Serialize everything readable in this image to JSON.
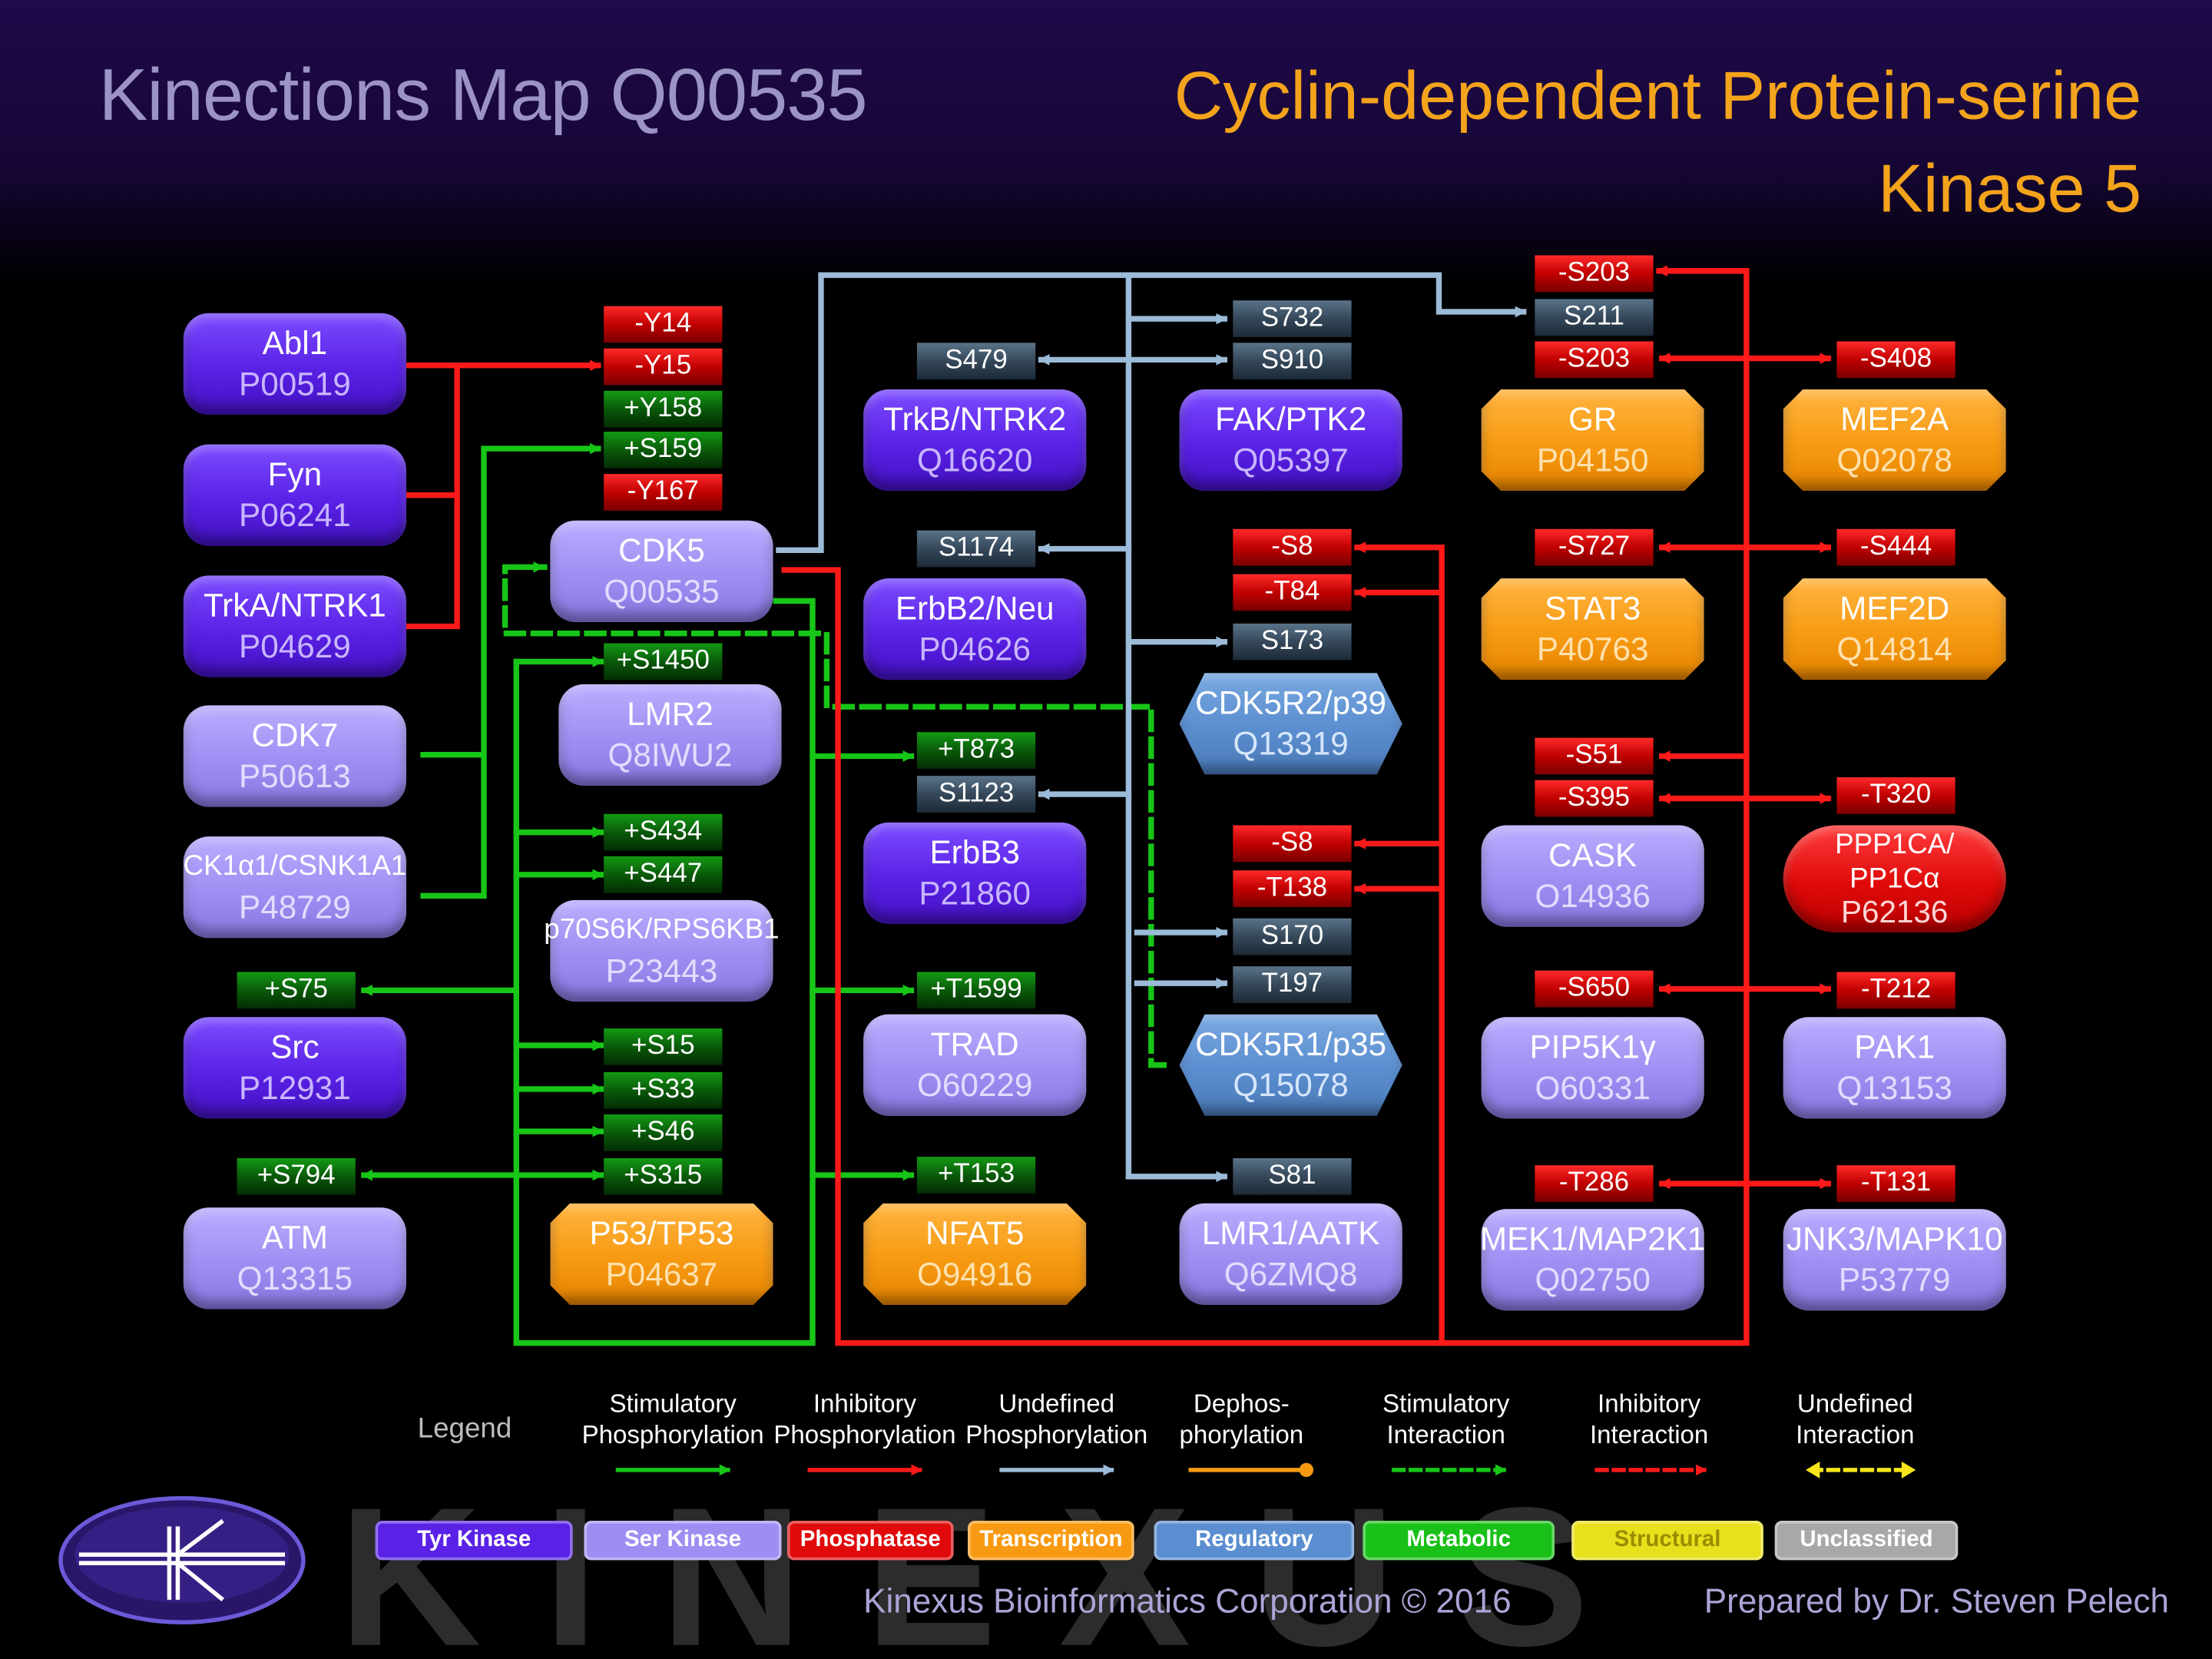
{
  "title": "Kinections Map Q00535",
  "subtitle": "Cyclin-dependent Protein-serine Kinase 5",
  "nodes": [
    {
      "id": "abl1",
      "name": "Abl1",
      "acc": "P00519",
      "type": "tyr"
    },
    {
      "id": "fyn",
      "name": "Fyn",
      "acc": "P06241",
      "type": "tyr"
    },
    {
      "id": "trka",
      "name": "TrkA/NTRK1",
      "acc": "P04629",
      "type": "tyr"
    },
    {
      "id": "cdk7",
      "name": "CDK7",
      "acc": "P50613",
      "type": "ser"
    },
    {
      "id": "ck1a1",
      "name": "CK1α1/CSNK1A1",
      "acc": "P48729",
      "type": "ser"
    },
    {
      "id": "src",
      "name": "Src",
      "acc": "P12931",
      "type": "tyr"
    },
    {
      "id": "atm",
      "name": "ATM",
      "acc": "Q13315",
      "type": "ser"
    },
    {
      "id": "cdk5",
      "name": "CDK5",
      "acc": "Q00535",
      "type": "ser"
    },
    {
      "id": "lmr2",
      "name": "LMR2",
      "acc": "Q8IWU2",
      "type": "ser"
    },
    {
      "id": "p70s6k",
      "name": "p70S6K/RPS6KB1",
      "acc": "P23443",
      "type": "ser"
    },
    {
      "id": "p53",
      "name": "P53/TP53",
      "acc": "P04637",
      "type": "tf"
    },
    {
      "id": "trkb",
      "name": "TrkB/NTRK2",
      "acc": "Q16620",
      "type": "tyr"
    },
    {
      "id": "erbb2",
      "name": "ErbB2/Neu",
      "acc": "P04626",
      "type": "tyr"
    },
    {
      "id": "erbb3",
      "name": "ErbB3",
      "acc": "P21860",
      "type": "tyr"
    },
    {
      "id": "trad",
      "name": "TRAD",
      "acc": "O60229",
      "type": "ser"
    },
    {
      "id": "nfat5",
      "name": "NFAT5",
      "acc": "O94916",
      "type": "tf"
    },
    {
      "id": "fak",
      "name": "FAK/PTK2",
      "acc": "Q05397",
      "type": "tyr"
    },
    {
      "id": "cdk5r2",
      "name": "CDK5R2/p39",
      "acc": "Q13319",
      "type": "reg"
    },
    {
      "id": "cdk5r1",
      "name": "CDK5R1/p35",
      "acc": "Q15078",
      "type": "reg"
    },
    {
      "id": "lmr1",
      "name": "LMR1/AATK",
      "acc": "Q6ZMQ8",
      "type": "ser"
    },
    {
      "id": "gr",
      "name": "GR",
      "acc": "P04150",
      "type": "tf"
    },
    {
      "id": "stat3",
      "name": "STAT3",
      "acc": "P40763",
      "type": "tf"
    },
    {
      "id": "cask",
      "name": "CASK",
      "acc": "O14936",
      "type": "ser"
    },
    {
      "id": "pip5k1",
      "name": "PIP5K1γ",
      "acc": "O60331",
      "type": "ser"
    },
    {
      "id": "mek1",
      "name": "MEK1/MAP2K1",
      "acc": "Q02750",
      "type": "ser"
    },
    {
      "id": "mef2a",
      "name": "MEF2A",
      "acc": "Q02078",
      "type": "tf"
    },
    {
      "id": "mef2d",
      "name": "MEF2D",
      "acc": "Q14814",
      "type": "tf"
    },
    {
      "id": "ppp1ca",
      "name": "PPP1CA/ PP1Cα",
      "acc": "P62136",
      "type": "pp"
    },
    {
      "id": "pak1",
      "name": "PAK1",
      "acc": "Q13153",
      "type": "ser"
    },
    {
      "id": "jnk3",
      "name": "JNK3/MAPK10",
      "acc": "P53779",
      "type": "ser"
    }
  ],
  "sites": [
    {
      "label": "-Y14",
      "kind": "inh"
    },
    {
      "label": "-Y15",
      "kind": "inh"
    },
    {
      "label": "+Y158",
      "kind": "stim"
    },
    {
      "label": "+S159",
      "kind": "stim"
    },
    {
      "label": "-Y167",
      "kind": "inh"
    },
    {
      "label": "+S1450",
      "kind": "stim"
    },
    {
      "label": "+S434",
      "kind": "stim"
    },
    {
      "label": "+S447",
      "kind": "stim"
    },
    {
      "label": "+S15",
      "kind": "stim"
    },
    {
      "label": "+S33",
      "kind": "stim"
    },
    {
      "label": "+S46",
      "kind": "stim"
    },
    {
      "label": "+S315",
      "kind": "stim"
    },
    {
      "label": "+S75",
      "kind": "stim"
    },
    {
      "label": "+S794",
      "kind": "stim"
    },
    {
      "label": "S479",
      "kind": "und"
    },
    {
      "label": "S1174",
      "kind": "und"
    },
    {
      "label": "+T873",
      "kind": "stim"
    },
    {
      "label": "S1123",
      "kind": "und"
    },
    {
      "label": "+T1599",
      "kind": "stim"
    },
    {
      "label": "+T153",
      "kind": "stim"
    },
    {
      "label": "S732",
      "kind": "und"
    },
    {
      "label": "S910",
      "kind": "und"
    },
    {
      "label": "-S8",
      "kind": "inh"
    },
    {
      "label": "-T84",
      "kind": "inh"
    },
    {
      "label": "S173",
      "kind": "und"
    },
    {
      "label": "-S8",
      "kind": "inh"
    },
    {
      "label": "-T138",
      "kind": "inh"
    },
    {
      "label": "S170",
      "kind": "und"
    },
    {
      "label": "T197",
      "kind": "und"
    },
    {
      "label": "S81",
      "kind": "und"
    },
    {
      "label": "-S203",
      "kind": "inh"
    },
    {
      "label": "S211",
      "kind": "und"
    },
    {
      "label": "-S203",
      "kind": "inh"
    },
    {
      "label": "-S727",
      "kind": "inh"
    },
    {
      "label": "-S51",
      "kind": "inh"
    },
    {
      "label": "-S395",
      "kind": "inh"
    },
    {
      "label": "-S650",
      "kind": "inh"
    },
    {
      "label": "-T286",
      "kind": "inh"
    },
    {
      "label": "-S408",
      "kind": "inh"
    },
    {
      "label": "-S444",
      "kind": "inh"
    },
    {
      "label": "-T320",
      "kind": "inh"
    },
    {
      "label": "-T212",
      "kind": "inh"
    },
    {
      "label": "-T131",
      "kind": "inh"
    }
  ],
  "legend": {
    "title": "Legend",
    "items": [
      {
        "label": "Stimulatory Phosphorylation",
        "color": "#17c617",
        "style": "solid-arrow"
      },
      {
        "label": "Inhibitory Phosphorylation",
        "color": "#ff1a1a",
        "style": "solid-arrow"
      },
      {
        "label": "Undefined Phosphorylation",
        "color": "#9bbbd8",
        "style": "solid-arrow"
      },
      {
        "label": "Dephos- phorylation",
        "color": "#f79a12",
        "style": "solid-dot"
      },
      {
        "label": "Stimulatory Interaction",
        "color": "#17c617",
        "style": "dashed-arrow"
      },
      {
        "label": "Inhibitory Interaction",
        "color": "#ff1a1a",
        "style": "dashed-arrow"
      },
      {
        "label": "Undefined Interaction",
        "color": "#f5e51a",
        "style": "dashed-double"
      }
    ],
    "categories": [
      {
        "label": "Tyr Kinase",
        "color": "#5a22e6",
        "text": "#ffffff"
      },
      {
        "label": "Ser Kinase",
        "color": "#9d8ff2",
        "text": "#ffffff"
      },
      {
        "label": "Phosphatase",
        "color": "#e00a0a",
        "text": "#ffffff"
      },
      {
        "label": "Transcription",
        "color": "#f79a12",
        "text": "#ffffff"
      },
      {
        "label": "Regulatory",
        "color": "#5b8ed0",
        "text": "#ffffff"
      },
      {
        "label": "Metabolic",
        "color": "#18c018",
        "text": "#ffffff"
      },
      {
        "label": "Structural",
        "color": "#e8e01c",
        "text": "#9a8c00"
      },
      {
        "label": "Unclassified",
        "color": "#a8a8a8",
        "text": "#ffffff"
      }
    ]
  },
  "watermark": "KINEXUS",
  "footer": {
    "copyright": "Kinexus Bioinformatics Corporation © 2016",
    "credit": "Prepared by Dr. Steven Pelech"
  },
  "colors": {
    "stim": "#17c617",
    "inh": "#ff1a1a",
    "und": "#9bbbd8"
  }
}
